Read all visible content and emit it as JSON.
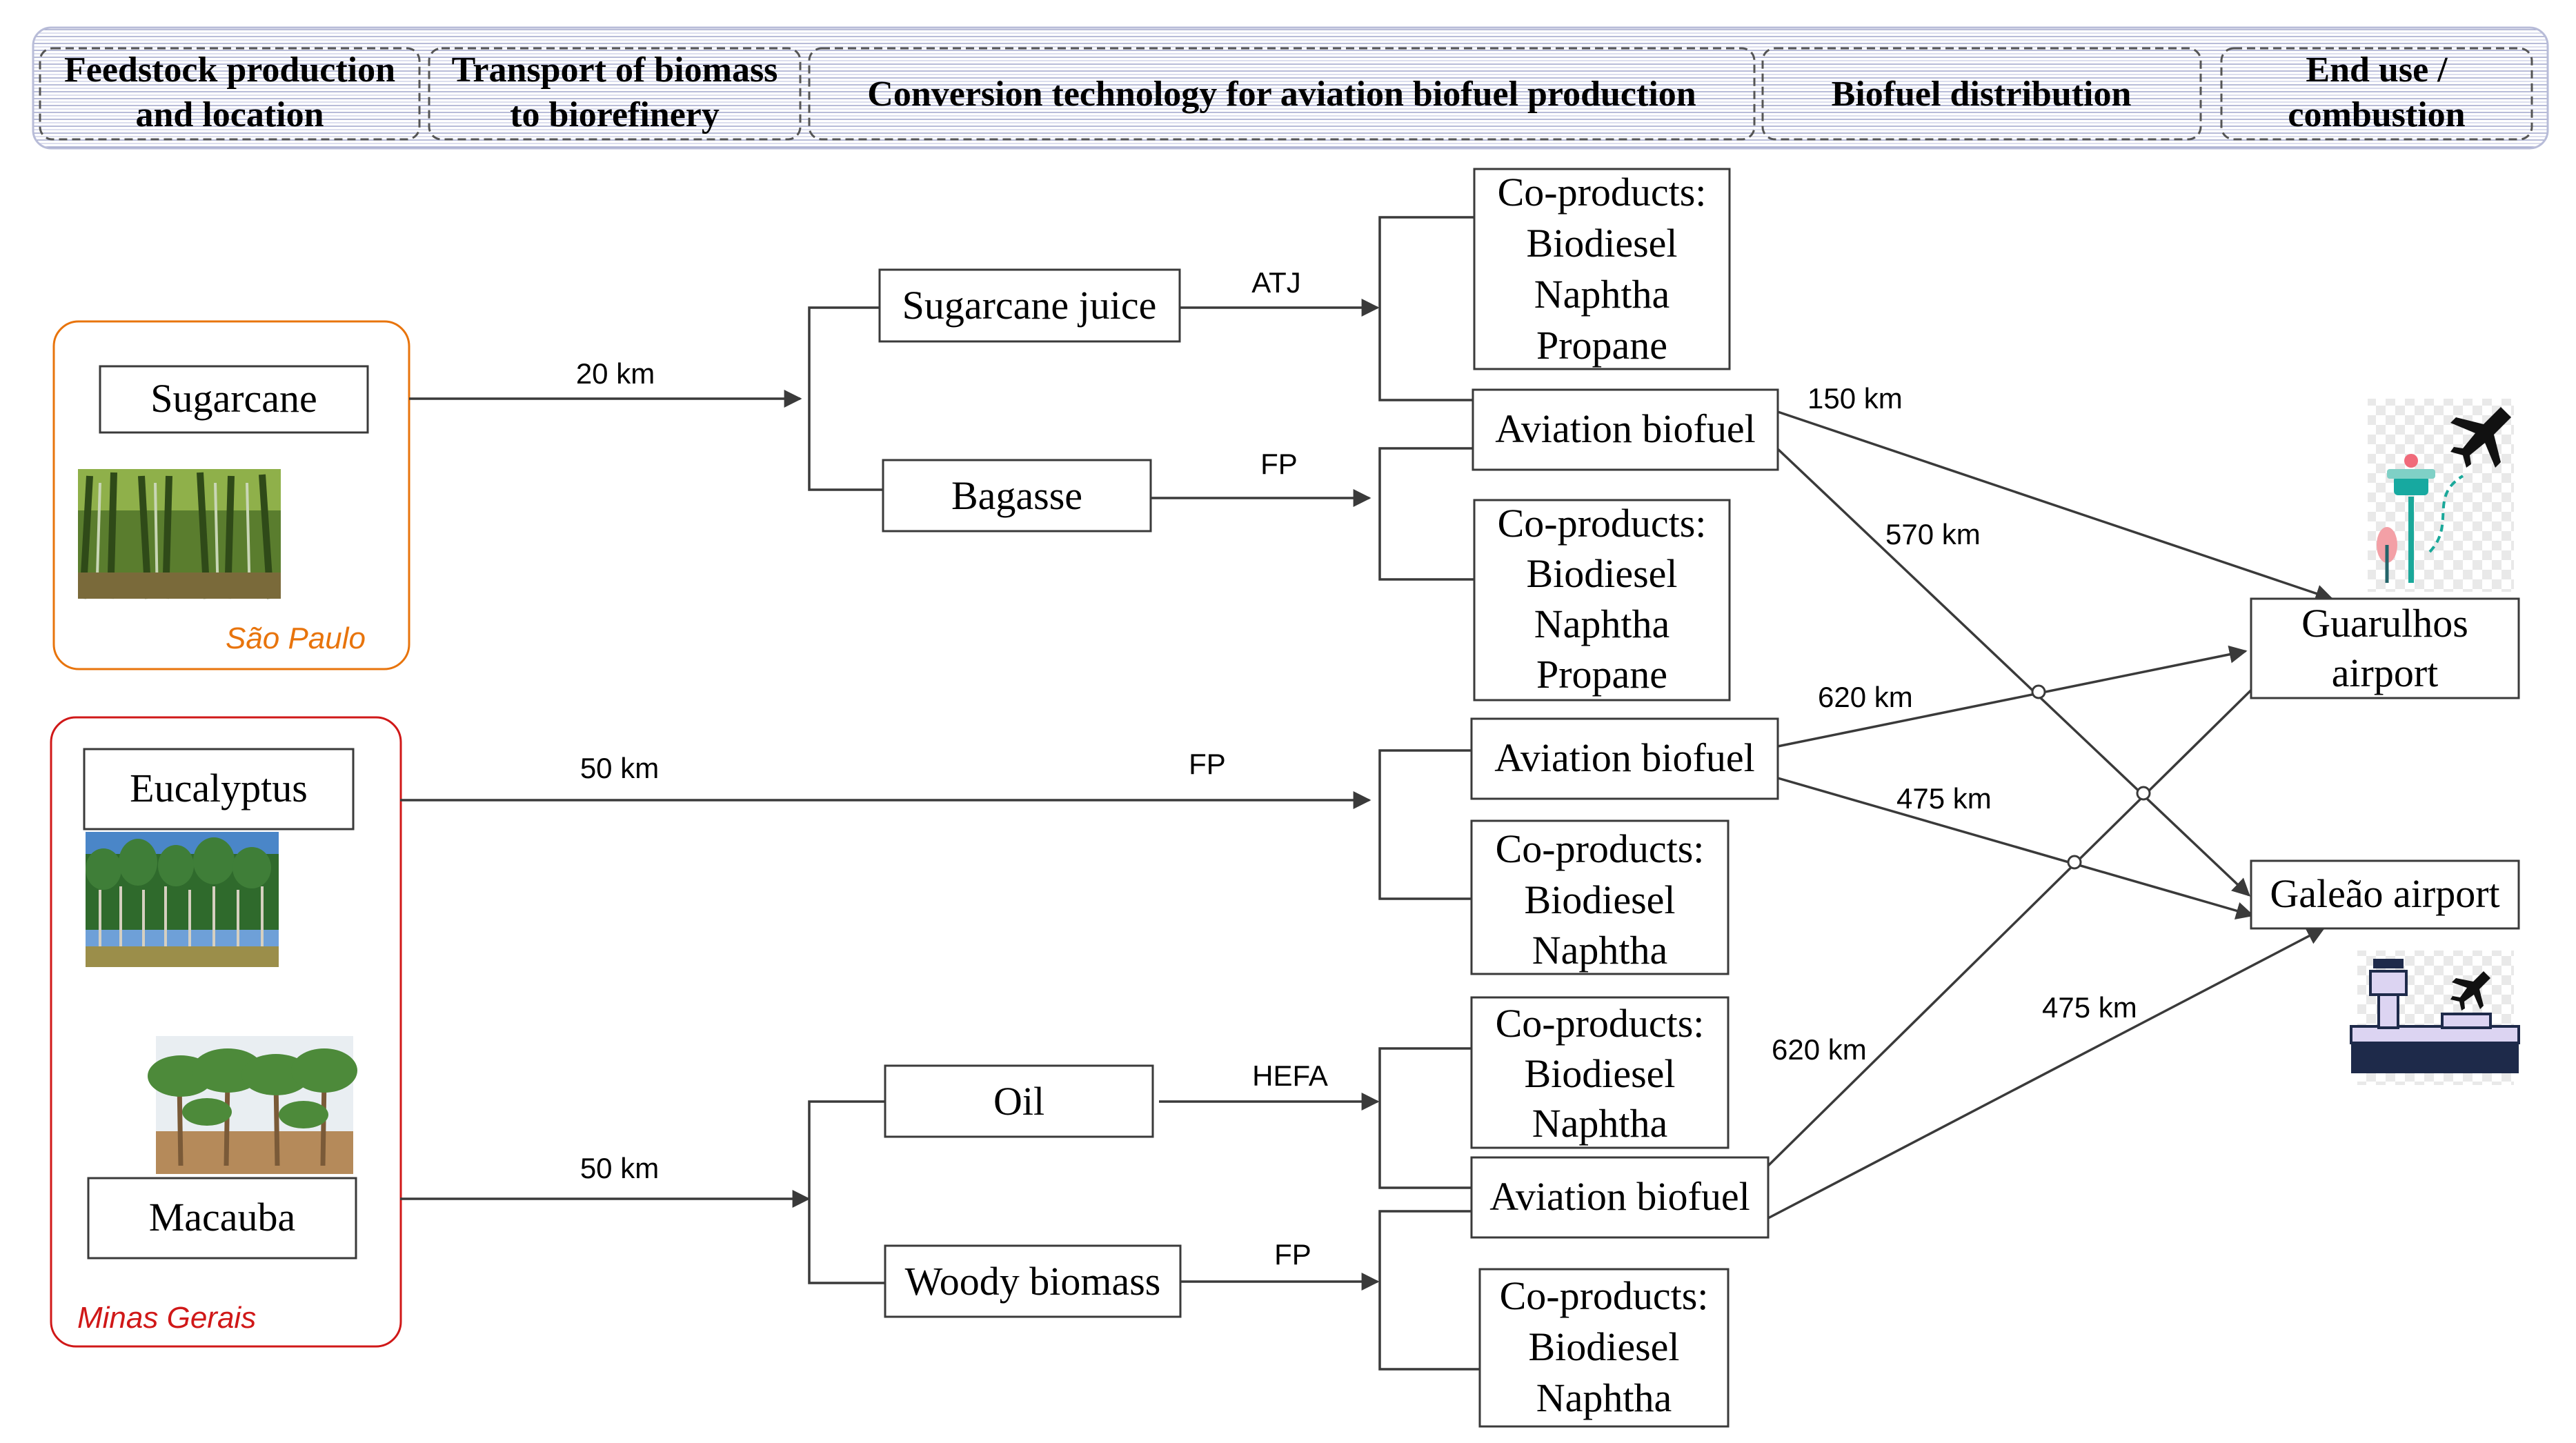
{
  "header": {
    "stages": [
      [
        "Feedstock production",
        "and location"
      ],
      [
        "Transport of biomass",
        "to biorefinery"
      ],
      [
        "Conversion technology for aviation biofuel production"
      ],
      [
        "Biofuel distribution"
      ],
      [
        "End use /",
        "combustion"
      ]
    ]
  },
  "regions": {
    "sao_paulo": "São Paulo",
    "minas_gerais": "Minas Gerais"
  },
  "colors": {
    "sao_paulo": "#e8740c",
    "minas_gerais": "#d01818",
    "arrow": "#3a3a3a"
  },
  "feedstocks": {
    "sugarcane": "Sugarcane",
    "eucalyptus": "Eucalyptus",
    "macauba": "Macauba"
  },
  "intermediates": {
    "sugarcane_juice": "Sugarcane juice",
    "bagasse": "Bagasse",
    "oil": "Oil",
    "woody_biomass": "Woody biomass"
  },
  "technologies": {
    "atj": "ATJ",
    "fp1": "FP",
    "fp2": "FP",
    "hefa": "HEFA",
    "fp3": "FP"
  },
  "transport": {
    "sugarcane": "20 km",
    "eucalyptus": "50 km",
    "macauba": "50 km"
  },
  "products": {
    "aviation_biofuel": "Aviation biofuel",
    "coproducts_4": [
      "Co-products:",
      "Biodiesel",
      "Naphtha",
      "Propane"
    ],
    "coproducts_3": [
      "Co-products:",
      "Biodiesel",
      "Naphtha"
    ]
  },
  "distribution": {
    "sc_guarulhos": "150 km",
    "sc_galeao": "570 km",
    "eu_guarulhos": "620 km",
    "eu_galeao": "475 km",
    "ma_guarulhos": "620 km",
    "ma_galeao": "475 km"
  },
  "airports": {
    "guarulhos": [
      "Guarulhos",
      "airport"
    ],
    "galeao": "Galeão airport"
  },
  "icons": {
    "sugarcane_photo": "sugarcane-field-photo",
    "eucalyptus_photo": "eucalyptus-forest-photo",
    "macauba_photo": "macauba-palm-photo",
    "guarulhos": "control-tower-airplane-icon",
    "galeao": "airport-terminal-airplane-icon"
  }
}
